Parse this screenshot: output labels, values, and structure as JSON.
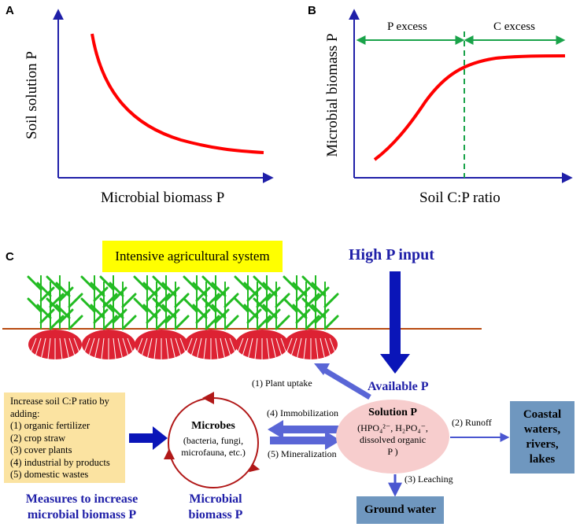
{
  "panel_a": {
    "letter": "A",
    "ylabel": "Soil solution P",
    "xlabel": "Microbial biomass P"
  },
  "panel_b": {
    "letter": "B",
    "ylabel": "Microbial biomass P",
    "xlabel": "Soil C:P ratio",
    "regions": {
      "left": "P excess",
      "right": "C excess"
    }
  },
  "panel_c": {
    "letter": "C",
    "system_label": "Intensive agricultural system",
    "high_p_input": "High P input",
    "available_p": "Available P",
    "plant_uptake": "(1) Plant uptake",
    "immobilization": "(4) Immobilization",
    "mineralization": "(5) Mineralization",
    "runoff": "(2) Runoff",
    "leaching": "(3) Leaching",
    "solution": {
      "title": "Solution P",
      "line1": "(HPO₄²⁻, H₂PO₄⁻,",
      "line2": "dissolved organic",
      "line3": "P )"
    },
    "microbes": {
      "title": "Microbes",
      "line1": "(bacteria, fungi,",
      "line2": "microfauna, etc.)"
    },
    "measures": {
      "intro1": "Increase soil C:P ratio by",
      "intro2": "adding:",
      "items": [
        "(1) organic fertilizer",
        "(2) crop straw",
        "(3) cover plants",
        "(4) industrial by products",
        "(5) domestic wastes"
      ]
    },
    "coastal": {
      "line1": "Coastal",
      "line2": "waters,",
      "line3": "rivers,",
      "line4": "lakes"
    },
    "ground_water": "Ground water",
    "caption_measures": {
      "line1": "Measures to increase",
      "line2": "microbial biomass P"
    },
    "caption_microbial": {
      "line1": "Microbial",
      "line2": "biomass P"
    }
  },
  "colors": {
    "curve": "#ff0000",
    "axis": "#1f1fa8",
    "green_arrow": "#1aa34a",
    "dashed": "#1aa34a",
    "arrow_blue": "#0a15b8",
    "arrow_light": "#5a66d6",
    "ground_line": "#b84a10",
    "solution_fill": "#f7cdcd",
    "microbe_ring": "#b11818",
    "box_fill": "#6f97bf",
    "plant_green": "#22bb22",
    "root_red": "#dd2233"
  }
}
